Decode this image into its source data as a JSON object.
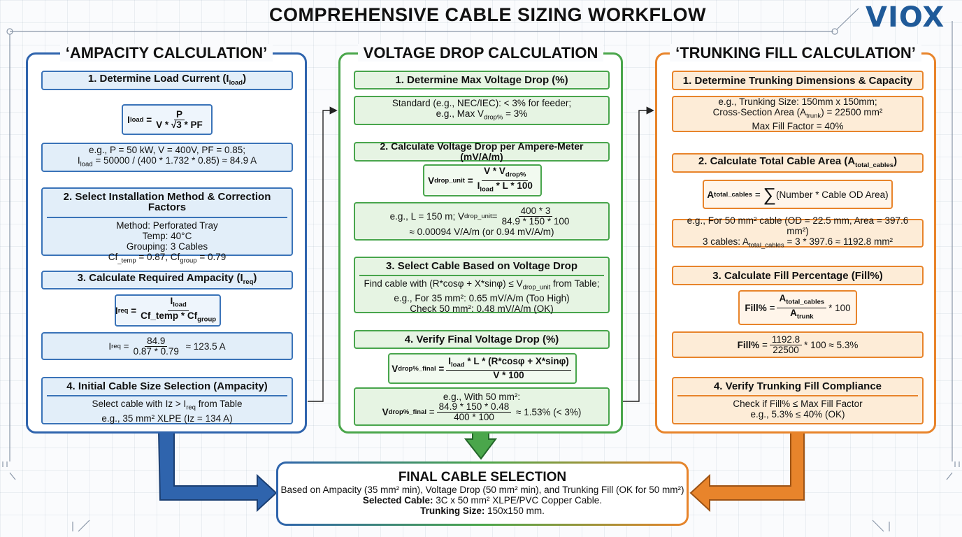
{
  "title": "COMPREHENSIVE CABLE SIZING WORKFLOW",
  "brand": "VIOX",
  "colors": {
    "blue": "#2f64ad",
    "green": "#4aa64b",
    "orange": "#e8842b"
  },
  "ampacity": {
    "title": "‘AMPACITY CALCULATION’",
    "s1_pre": "1. Determine Load Current (I",
    "s1_sub": "load",
    "s1_post": ")",
    "f1": {
      "lhs": "I",
      "lhs_sub": "load",
      "eq": "=",
      "num": "P",
      "den": "V * √3 * PF"
    },
    "ex1_l1": "e.g., P = 50 kW, V = 400V, PF = 0.85;",
    "ex1_l2_pre": "I",
    "ex1_l2_sub": "load",
    "ex1_l2_post": " = 50000 / (400 * 1.732 * 0.85) ≈ 84.9 A",
    "s2": "2. Select Installation Method & Correction Factors",
    "s2_lines": [
      "Method: Perforated Tray",
      "Temp: 40°C",
      "Grouping: 3 Cables"
    ],
    "s2_cf_a": "Cf",
    "s2_cf_a_sub": "_temp",
    "s2_cf_b": " = 0.87, Cf",
    "s2_cf_b_sub": "group",
    "s2_cf_c": " = 0.79",
    "s3_pre": "3. Calculate Required Ampacity (I",
    "s3_sub": "req",
    "s3_post": ")",
    "f3": {
      "lhs": "I",
      "lhs_sub": "req",
      "eq": "=",
      "num": "I",
      "num_sub": "load",
      "den_a": "Cf_temp * Cf",
      "den_sub": "group"
    },
    "f3b": {
      "lhs": "I",
      "lhs_sub": "req",
      "eq": "=",
      "num": "84.9",
      "den": "0.87 * 0.79",
      "result": "≈ 123.5 A"
    },
    "s4": "4. Initial Cable Size Selection (Ampacity)",
    "s4_l1_pre": "Select cable with Iz > I",
    "s4_l1_sub": "req",
    "s4_l1_post": " from Table",
    "s4_l2": "e.g., 35 mm² XLPE (Iz = 134 A)"
  },
  "vdrop": {
    "title": "VOLTAGE DROP CALCULATION",
    "s1": "1. Determine Max Voltage Drop (%)",
    "ex1_l1": "Standard (e.g., NEC/IEC): < 3% for feeder;",
    "ex1_l2_pre": "e.g., Max V",
    "ex1_l2_sub": "drop%",
    "ex1_l2_post": " = 3%",
    "s2": "2. Calculate Voltage Drop per Ampere-Meter (mV/A/m)",
    "f2": {
      "lhs": "V",
      "lhs_sub": "drop_unit",
      "eq": "=",
      "num": "V * V",
      "num_sub": "drop%",
      "den_a": "I",
      "den_sub": "load",
      "den_b": " * L * 100"
    },
    "ex2_pre": "e.g., L = 150 m; V",
    "ex2_sub": "drop_unit",
    "ex2_eq": " = ",
    "ex2_num": "400 * 3",
    "ex2_den": "84.9 * 150 * 100",
    "ex2_l2": "≈ 0.00094 V/A/m (or 0.94 mV/A/m)",
    "s3": "3. Select Cable Based on Voltage Drop",
    "s3_l1_pre": "Find cable with (R*cosφ + X*sinφ) ≤ V",
    "s3_l1_sub": "drop_unit",
    "s3_l1_post": " from Table;",
    "s3_l2": "e.g., For 35 mm²: 0.65 mV/A/m (Too High)",
    "s3_l3": "Check 50 mm²: 0.48 mV/A/m (OK)",
    "s4": "4. Verify Final Voltage Drop (%)",
    "f4": {
      "lhs": "V",
      "lhs_sub": "drop%_final",
      "eq": "=",
      "num_a": "I",
      "num_sub": "load",
      "num_b": " * L * (R*cosφ + X*sinφ)",
      "den": "V * 100"
    },
    "ex4_l1": "e.g., With 50 mm²:",
    "ex4": {
      "lhs": "V",
      "lhs_sub": "drop%_final",
      "eq": "=",
      "num": "84.9 * 150 * 0.48",
      "den": "400 * 100",
      "result": "≈ 1.53% (< 3%)"
    }
  },
  "trunking": {
    "title": "‘TRUNKING FILL CALCULATION’",
    "s1": "1. Determine Trunking Dimensions & Capacity",
    "ex1_l1": "e.g., Trunking Size: 150mm x 150mm;",
    "ex1_l2_pre": "Cross-Section Area (A",
    "ex1_l2_sub": "trunk",
    "ex1_l2_post": ") = 22500 mm²",
    "ex1_l3": "Max Fill Factor = 40%",
    "s2_pre": "2. Calculate Total Cable Area (A",
    "s2_sub": "total_cables",
    "s2_post": ")",
    "f2": {
      "lhs": "A",
      "lhs_sub": "total_cables",
      "eq": "=",
      "sigma": "∑",
      "rest": "(Number * Cable OD Area)"
    },
    "ex2_l1": "e.g., For 50 mm² cable (OD = 22.5 mm, Area = 397.6 mm²)",
    "ex2_l2_pre": "3 cables: A",
    "ex2_l2_sub": "total_cables",
    "ex2_l2_post": " = 3 * 397.6 ≈ 1192.8 mm²",
    "s3": "3. Calculate Fill Percentage (Fill%)",
    "f3": {
      "lhs": "Fill%",
      "eq": "=",
      "num": "A",
      "num_sub": "total_cables",
      "den": "A",
      "den_sub": "trunk",
      "tail": "* 100"
    },
    "f3b": {
      "lhs": "Fill%",
      "eq": "=",
      "num": "1192.8",
      "den": "22500",
      "tail": "* 100 ≈ 5.3%"
    },
    "s4": "4. Verify Trunking Fill Compliance",
    "s4_l1": "Check if Fill% ≤ Max Fill Factor",
    "s4_l2": "e.g., 5.3% ≤ 40% (OK)"
  },
  "final": {
    "title": "FINAL CABLE SELECTION",
    "l1": "Based on Ampacity (35 mm² min), Voltage Drop (50 mm² min), and Trunking Fill (OK for 50 mm²)",
    "l2_label": "Selected Cable:",
    "l2_value": " 3C x 50 mm² XLPE/PVC Copper Cable.",
    "l3_label": "Trunking Size:",
    "l3_value": " 150x150 mm."
  }
}
